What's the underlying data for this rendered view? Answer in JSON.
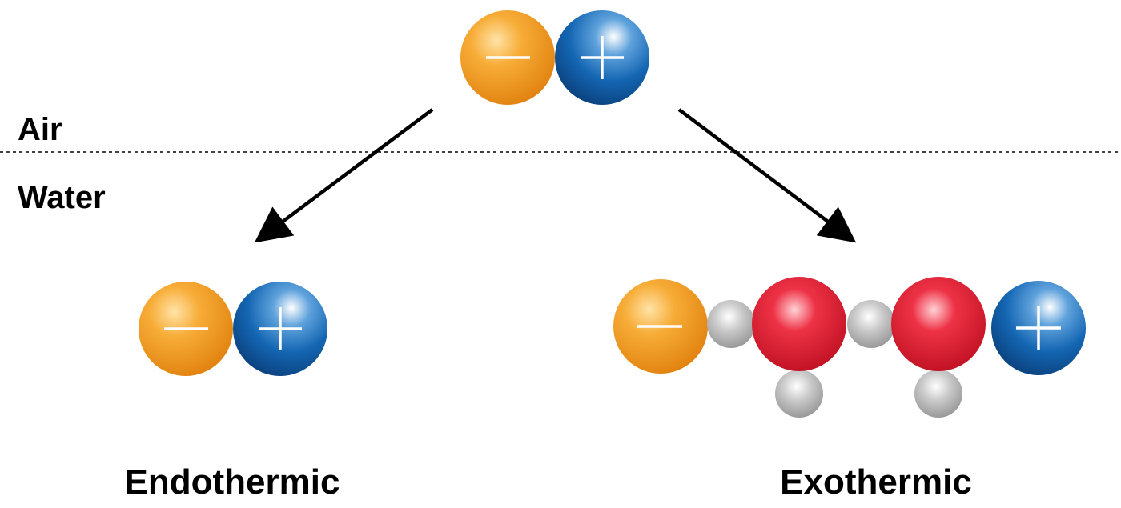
{
  "regions": {
    "upper": "Air",
    "lower": "Water"
  },
  "outcomes": {
    "left": "Endothermic",
    "right": "Exothermic"
  },
  "colors": {
    "anion": "#f39a1e",
    "cation": "#0d63b1",
    "oxygen": "#e3172b",
    "hydrogen": "#b5b5b5",
    "arrow": "#000000",
    "interface_line": "#000000"
  }
}
